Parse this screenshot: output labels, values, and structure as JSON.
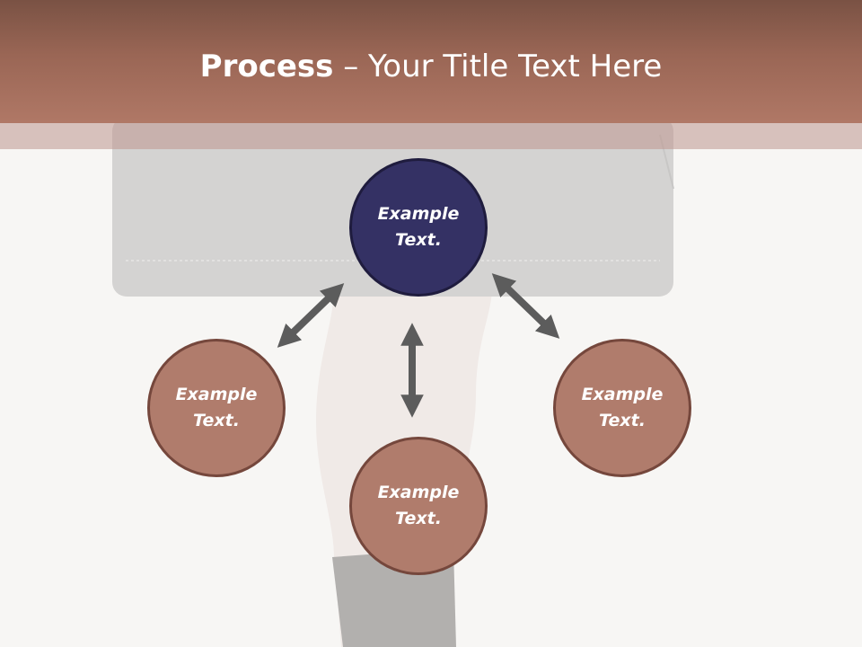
{
  "slide": {
    "title_bold": "Process",
    "title_dash": " – ",
    "title_rest": "Your Title Text Here"
  },
  "diagram": {
    "center": {
      "label": "Example Text."
    },
    "left": {
      "label": "Example Text."
    },
    "bottom": {
      "label": "Example Text."
    },
    "right": {
      "label": "Example Text."
    }
  },
  "colors": {
    "title_bar": "#9a6655",
    "center_fill": "#343164",
    "node_fill": "#b07c6c",
    "node_border": "#75473c",
    "arrow": "#5c5c5c"
  },
  "icons": {
    "connector": "double-headed-arrow"
  }
}
